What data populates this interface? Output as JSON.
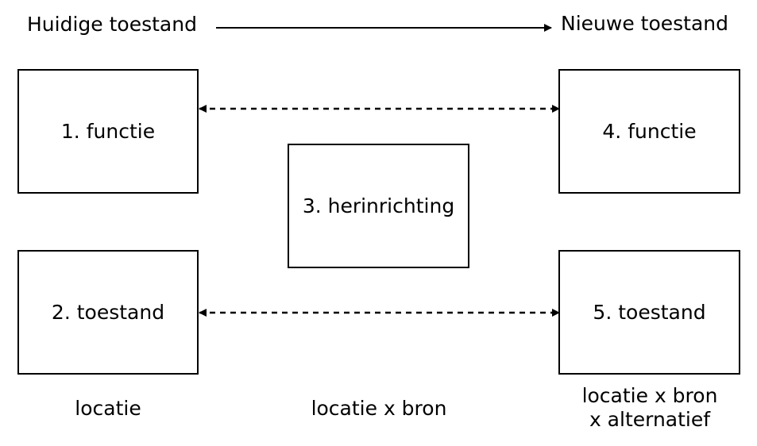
{
  "header": {
    "current_label": "Huidige toestand",
    "new_label": "Nieuwe toestand"
  },
  "boxes": {
    "b1": "1. functie",
    "b2": "2. toestand",
    "b3": "3. herinrichting",
    "b4": "4. functie",
    "b5": "5. toestand"
  },
  "footer": {
    "left": "locatie",
    "middle": "locatie x bron",
    "right_line1": "locatie x bron",
    "right_line2": "x alternatief"
  },
  "colors": {
    "stroke": "#000000",
    "background": "#ffffff"
  }
}
